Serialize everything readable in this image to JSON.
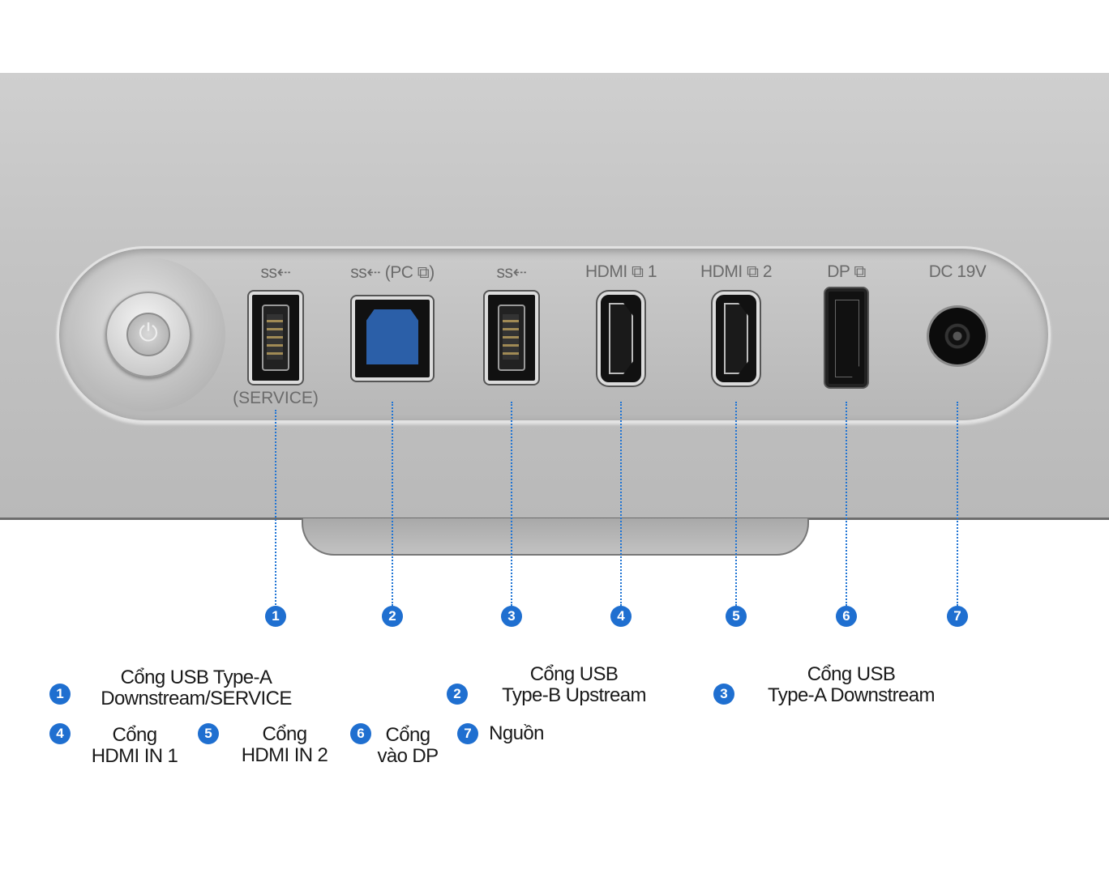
{
  "ports": [
    {
      "number": "1",
      "label": "ss⇠",
      "sublabel": "(SERVICE)"
    },
    {
      "number": "2",
      "label": "ss⇠ (PC ⧉)"
    },
    {
      "number": "3",
      "label": "ss⇠"
    },
    {
      "number": "4",
      "label": "HDMI ⧉ 1"
    },
    {
      "number": "5",
      "label": "HDMI ⧉ 2"
    },
    {
      "number": "6",
      "label": "DP ⧉"
    },
    {
      "number": "7",
      "label": "DC 19V"
    }
  ],
  "power_icon": "⏻",
  "accent_color": "#1f6fd0",
  "legend": [
    {
      "number": "1",
      "line1": "Cổng USB Type-A",
      "line2": "Downstream/SERVICE"
    },
    {
      "number": "2",
      "line1": "Cổng USB",
      "line2": "Type-B Upstream"
    },
    {
      "number": "3",
      "line1": "Cổng USB",
      "line2": "Type-A Downstream"
    },
    {
      "number": "4",
      "line1": "Cổng",
      "line2": "HDMI IN 1"
    },
    {
      "number": "5",
      "line1": "Cổng",
      "line2": "HDMI IN 2"
    },
    {
      "number": "6",
      "line1": "Cổng",
      "line2": "vào DP"
    },
    {
      "number": "7",
      "line1": "Nguồn"
    }
  ]
}
